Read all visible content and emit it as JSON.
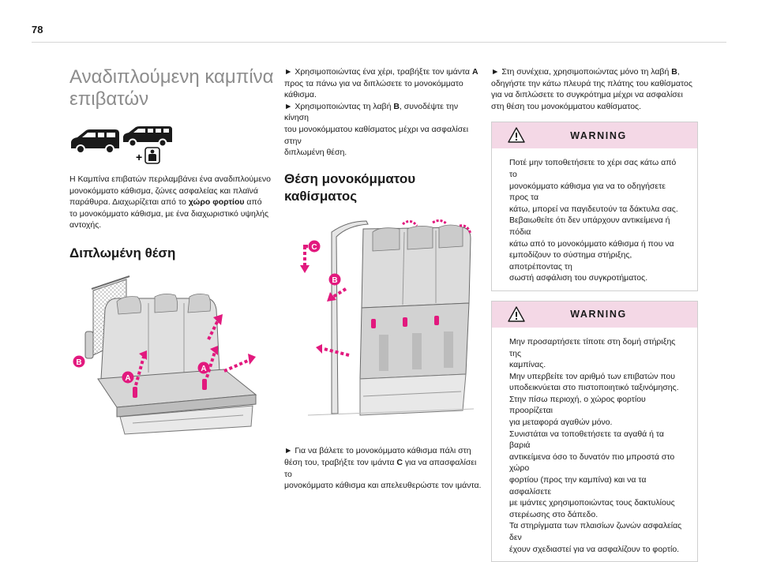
{
  "page_number": "78",
  "col1": {
    "title_line1": "Αναδιπλούμενη καμπίνα",
    "title_line2": "επιβατών",
    "plus_sign": "+",
    "intro": [
      "Η Καμπίνα επιβατών περιλαμβάνει ένα αναδιπλούμενο",
      "μονοκόμματο κάθισμα, ζώνες ασφαλείας και πλαϊνά",
      "παράθυρα. Διαχωρίζεται από το ",
      "χώρο φορτίου",
      " από",
      "το μονοκόμματο κάθισμα, με ένα διαχωριστικό υψηλής",
      "αντοχής."
    ],
    "heading": "Διπλωμένη θέση",
    "figure_labels": {
      "a1": "A",
      "a2": "A",
      "b": "B"
    }
  },
  "col2": {
    "bullets": [
      {
        "arrow": "►",
        "lines": [
          "Χρησιμοποιώντας ένα χέρι, τραβήξτε τον ιμάντα ",
          "A",
          "",
          "προς τα πάνω για να διπλώσετε το μονοκόμματο",
          "κάθισμα."
        ]
      },
      {
        "arrow": "►",
        "lines": [
          "Χρησιμοποιώντας τη λαβή ",
          "B",
          ", συνοδέψτε την κίνηση",
          "του μονοκόμματου καθίσματος μέχρι να ασφαλίσει στην",
          "διπλωμένη θέση."
        ]
      }
    ],
    "heading_line1": "Θέση μονοκόμματου",
    "heading_line2": "καθίσματος",
    "figure_labels": {
      "b": "B",
      "c": "C"
    },
    "bottom_bullet": {
      "arrow": "►",
      "line1": "Για να βάλετε το μονοκόμματο κάθισμα πάλι στη",
      "line2a": "θέση του, τραβήξτε τον ιμάντα ",
      "line2b": "C",
      "line2c": " για να απασφαλίσει το",
      "line3": "μονοκόμματο κάθισμα και απελευθερώστε τον ιμάντα."
    }
  },
  "col3": {
    "bullet": {
      "arrow": "►",
      "line1a": "Στη συνέχεια, χρησιμοποιώντας μόνο τη λαβή ",
      "line1b": "B",
      "line1c": ",",
      "line2": "οδηγήστε την κάτω πλευρά της πλάτης του καθίσματος",
      "line3": "για να διπλώσετε το συγκρότημα μέχρι να ασφαλίσει",
      "line4": "στη θέση του μονοκόμματου καθίσματος."
    },
    "warning1": {
      "title": "WARNING",
      "lines": [
        "Ποτέ μην τοποθετήσετε το χέρι σας κάτω από το",
        "μονοκόμματο κάθισμα για να το οδηγήσετε προς τα",
        "κάτω, μπορεί να παγιδευτούν τα δάκτυλα σας.",
        "Βεβαιωθείτε ότι δεν υπάρχουν αντικείμενα ή πόδια",
        "κάτω από το μονοκόμματο κάθισμα ή που να",
        "εμποδίζουν το σύστημα στήριξης, αποτρέποντας τη",
        "σωστή ασφάλιση του συγκροτήματος."
      ]
    },
    "warning2": {
      "title": "WARNING",
      "lines": [
        "Μην προσαρτήσετε τίποτε στη δομή στήριξης της",
        "καμπίνας.",
        "Μην υπερβείτε τον αριθμό των επιβατών που",
        "υποδεικνύεται στο πιστοποιητικό ταξινόμησης.",
        "Στην πίσω περιοχή, ο χώρος φορτίου προορίζεται",
        "για μεταφορά αγαθών μόνο.",
        "Συνιστάται να τοποθετήσετε τα αγαθά ή τα βαριά",
        "αντικείμενα όσο το δυνατόν πιο μπροστά στο χώρο",
        "φορτίου (προς την καμπίνα) και να τα ασφαλίσετε",
        "με ιμάντες χρησιμοποιώντας τους δακτυλίους",
        "στερέωσης στο δάπεδο.",
        "Τα στηρίγματα των πλαισίων ζωνών ασφαλείας δεν",
        "έχουν σχεδιαστεί για να ασφαλίζουν το φορτίο."
      ]
    }
  },
  "colors": {
    "accent": "#e2197e",
    "warning_band": "#f4d8e6",
    "title_gray": "#8c8c8c"
  },
  "icons": [
    "van-icon",
    "seat-occupant-icon",
    "warning-triangle-icon"
  ]
}
